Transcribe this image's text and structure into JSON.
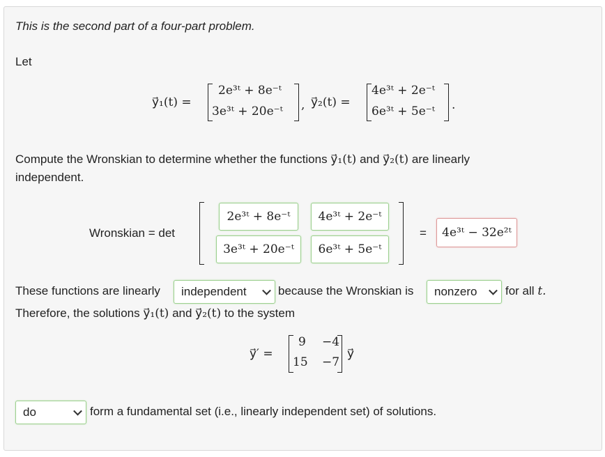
{
  "intro": "This is the second part of a four-part problem.",
  "let": "Let",
  "y1": {
    "lhs": "y⃗₁(t) =",
    "top": "2e³ᵗ + 8e⁻ᵗ",
    "bottom": "3e³ᵗ + 20e⁻ᵗ"
  },
  "y2": {
    "lhs": "y⃗₂(t) =",
    "top": "4e³ᵗ + 2e⁻ᵗ",
    "bottom": "6e³ᵗ + 5e⁻ᵗ"
  },
  "comma": ",",
  "period": ".",
  "compute": {
    "line1_a": "Compute the Wronskian to determine whether the functions",
    "y1": "y⃗₁(t)",
    "and": "and",
    "y2": "y⃗₂(t)",
    "line1_b": "are linearly",
    "line2": "independent."
  },
  "wronskian": {
    "label": "Wronskian = det",
    "cells": [
      "2e³ᵗ + 8e⁻ᵗ",
      "4e³ᵗ + 2e⁻ᵗ",
      "3e³ᵗ + 20e⁻ᵗ",
      "6e³ᵗ + 5e⁻ᵗ"
    ],
    "equals": "=",
    "result": "4e³ᵗ − 32e²ᵗ"
  },
  "sentence1": {
    "a": "These functions are linearly",
    "select1": "independent",
    "b": "because the Wronskian is",
    "select2": "nonzero",
    "c": "for all",
    "t": "t."
  },
  "sentence2": {
    "a": "Therefore, the solutions",
    "y1": "y⃗₁(t)",
    "and": "and",
    "y2": "y⃗₂(t)",
    "b": "to the system"
  },
  "system": {
    "lhs": "y⃗′ =",
    "matrix": [
      "9",
      "−4",
      "15",
      "−7"
    ],
    "rhs": "y⃗"
  },
  "final": {
    "select": "do",
    "text": "form a fundamental set (i.e., linearly independent set) of solutions."
  }
}
